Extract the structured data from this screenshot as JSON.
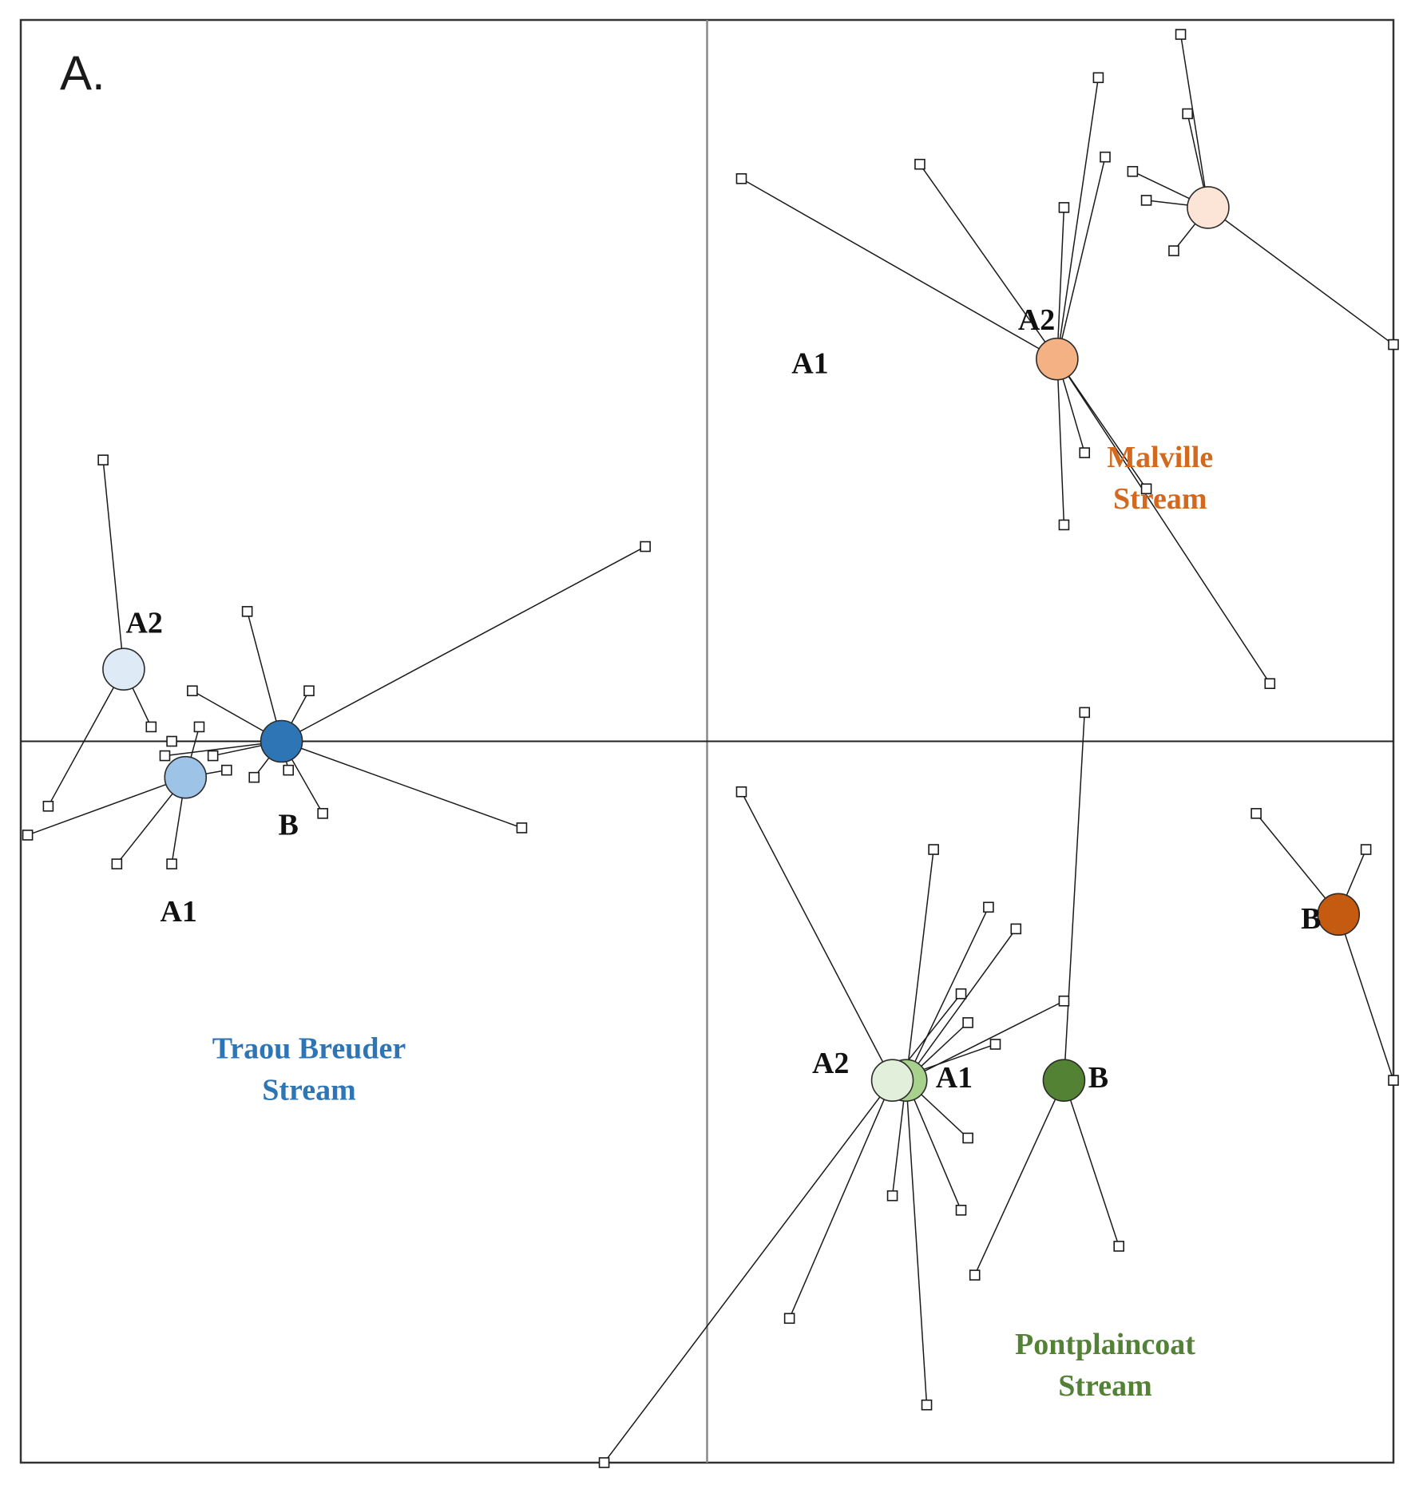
{
  "chart_data": {
    "type": "scatter",
    "panel_label": "A.",
    "title": "",
    "xlabel": "",
    "ylabel": "",
    "xlim": [
      -1.0,
      1.0
    ],
    "ylim": [
      -1.0,
      1.0
    ],
    "axes_lines_at_origin": true,
    "grid": false,
    "streams": [
      {
        "name_lines": [
          "Malville",
          "Stream"
        ],
        "color": "#d2691e",
        "label_pos": [
          0.66,
          0.39
        ],
        "groups": [
          {
            "label": "A1",
            "label_pos": [
              0.15,
              0.52
            ],
            "color": "#f4b183",
            "centroid": [
              0.51,
              0.53
            ],
            "samples": [
              [
                0.57,
                0.92
              ],
              [
                0.58,
                0.81
              ],
              [
                0.52,
                0.74
              ],
              [
                0.31,
                0.8
              ],
              [
                0.05,
                0.78
              ],
              [
                0.64,
                0.35
              ],
              [
                0.52,
                0.3
              ],
              [
                0.55,
                0.4
              ],
              [
                0.82,
                0.08
              ]
            ]
          },
          {
            "label": "A2",
            "label_pos": [
              0.48,
              0.58
            ],
            "color": "#fce4d6",
            "centroid": [
              0.73,
              0.74
            ],
            "samples": [
              [
                0.69,
                0.98
              ],
              [
                0.7,
                0.87
              ],
              [
                0.62,
                0.79
              ],
              [
                0.68,
                0.68
              ],
              [
                0.64,
                0.75
              ],
              [
                1.0,
                0.55
              ]
            ]
          },
          {
            "label": "B",
            "label_pos": [
              0.88,
              -0.25
            ],
            "color": "#c55a11",
            "centroid": [
              0.92,
              -0.24
            ],
            "samples": [
              [
                0.8,
                -0.1
              ],
              [
                0.96,
                -0.15
              ],
              [
                1.0,
                -0.47
              ]
            ]
          }
        ]
      },
      {
        "name_lines": [
          "Traou Breuder",
          "Stream"
        ],
        "color": "#2e75b6",
        "label_pos": [
          -0.58,
          -0.43
        ],
        "groups": [
          {
            "label": "A1",
            "label_pos": [
              -0.77,
              -0.24
            ],
            "color": "#9dc3e6",
            "centroid": [
              -0.76,
              -0.05
            ],
            "samples": [
              [
                -0.86,
                -0.17
              ],
              [
                -0.99,
                -0.13
              ],
              [
                -0.78,
                -0.17
              ],
              [
                -0.7,
                -0.04
              ],
              [
                -0.74,
                0.02
              ]
            ]
          },
          {
            "label": "A2",
            "label_pos": [
              -0.82,
              0.16
            ],
            "color": "#deebf7",
            "centroid": [
              -0.85,
              0.1
            ],
            "samples": [
              [
                -0.88,
                0.39
              ],
              [
                -0.96,
                -0.09
              ],
              [
                -0.81,
                0.02
              ]
            ]
          },
          {
            "label": "B",
            "label_pos": [
              -0.61,
              -0.12
            ],
            "color": "#2e75b6",
            "centroid": [
              -0.62,
              0.0
            ],
            "samples": [
              [
                -0.09,
                0.27
              ],
              [
                -0.67,
                0.18
              ],
              [
                -0.58,
                0.07
              ],
              [
                -0.75,
                0.07
              ],
              [
                -0.79,
                -0.02
              ],
              [
                -0.66,
                -0.05
              ],
              [
                -0.61,
                -0.04
              ],
              [
                -0.56,
                -0.1
              ],
              [
                -0.27,
                -0.12
              ],
              [
                -0.78,
                0.0
              ],
              [
                -0.72,
                -0.02
              ]
            ]
          }
        ]
      },
      {
        "name_lines": [
          "Pontplaincoat",
          "Stream"
        ],
        "color": "#538135",
        "label_pos": [
          0.58,
          -0.84
        ],
        "groups": [
          {
            "label": "A1",
            "label_pos": [
              0.36,
              -0.47
            ],
            "color": "#a9d18e",
            "centroid": [
              0.29,
              -0.47
            ],
            "samples": [
              [
                0.45,
                -0.26
              ],
              [
                0.33,
                -0.15
              ],
              [
                0.41,
                -0.23
              ],
              [
                0.52,
                -0.36
              ],
              [
                0.38,
                -0.39
              ],
              [
                0.38,
                -0.55
              ],
              [
                0.37,
                -0.65
              ],
              [
                0.32,
                -0.92
              ],
              [
                0.27,
                -0.63
              ]
            ]
          },
          {
            "label": "A2",
            "label_pos": [
              0.18,
              -0.45
            ],
            "color": "#e2efda",
            "centroid": [
              0.27,
              -0.47
            ],
            "samples": [
              [
                0.05,
                -0.07
              ],
              [
                0.12,
                -0.8
              ],
              [
                -0.15,
                -1.0
              ],
              [
                0.42,
                -0.42
              ],
              [
                0.37,
                -0.35
              ]
            ]
          },
          {
            "label": "B",
            "label_pos": [
              0.57,
              -0.47
            ],
            "color": "#548235",
            "centroid": [
              0.52,
              -0.47
            ],
            "samples": [
              [
                0.55,
                0.04
              ],
              [
                0.39,
                -0.74
              ],
              [
                0.6,
                -0.7
              ]
            ]
          }
        ]
      }
    ]
  }
}
